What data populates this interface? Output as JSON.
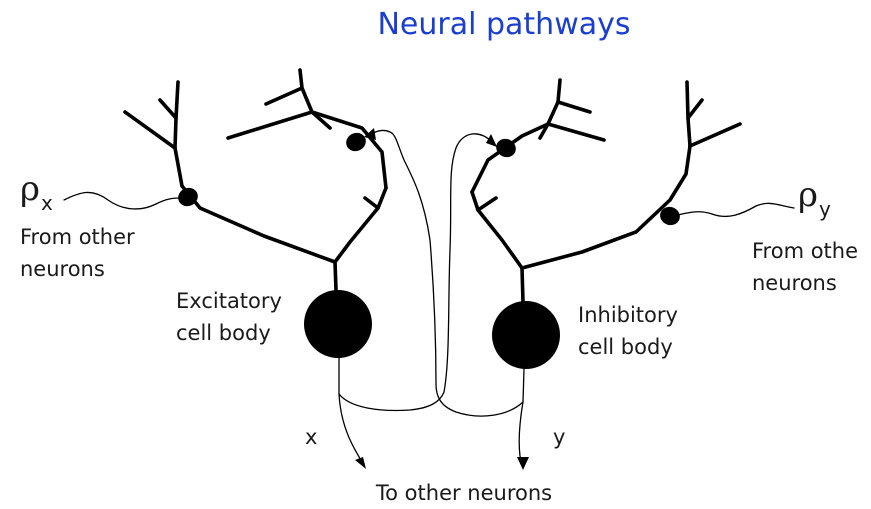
{
  "title": "Neural pathways",
  "input_left": {
    "symbol": "ρ",
    "subscript": "x",
    "caption_line1": "From other",
    "caption_line2": "neurons"
  },
  "input_right": {
    "symbol": "ρ",
    "subscript": "y",
    "caption_line1": "From othe",
    "caption_line2": "neurons"
  },
  "excitatory": {
    "line1": "Excitatory",
    "line2": "cell body"
  },
  "inhibitory": {
    "line1": "Inhibitory",
    "line2": "cell body"
  },
  "output_x": "x",
  "output_y": "y",
  "bottom_caption": "To other neurons"
}
